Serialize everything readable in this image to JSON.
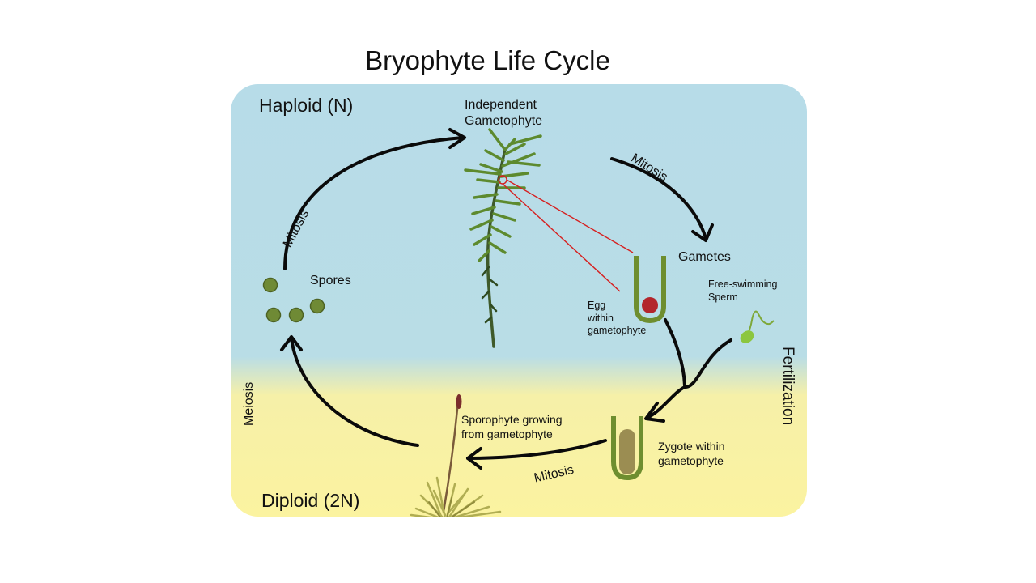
{
  "title": "Bryophyte Life Cycle",
  "phases": {
    "haploid": "Haploid (N)",
    "diploid": "Diploid (2N)"
  },
  "labels": {
    "gametophyte": "Independent Gametophyte",
    "gametophyte_line1": "Independent",
    "gametophyte_line2": "Gametophyte",
    "mitosis_top": "Mitosis",
    "mitosis_left": "Mitosis",
    "mitosis_bottom": "Mitosis",
    "gametes": "Gametes",
    "spores": "Spores",
    "meiosis": "Meiosis",
    "fertilization": "Fertilization",
    "sperm_line1": "Free-swimming",
    "sperm_line2": "Sperm",
    "egg_line1": "Egg",
    "egg_line2": "within",
    "egg_line3": "gametophyte",
    "sporophyte_line1": "Sporophyte growing",
    "sporophyte_line2": "from gametophyte",
    "zygote_line1": "Zygote within",
    "zygote_line2": "gametophyte"
  },
  "colors": {
    "haploid_bg": "#b7dce8",
    "diploid_bg": "#fbf3a0",
    "spore": "#6f8a35",
    "egg": "#b3262c",
    "gametangium": "#6e8e2f",
    "zygote": "#9b8d52",
    "sperm": "#8cc63f",
    "pointer": "#d62020"
  }
}
